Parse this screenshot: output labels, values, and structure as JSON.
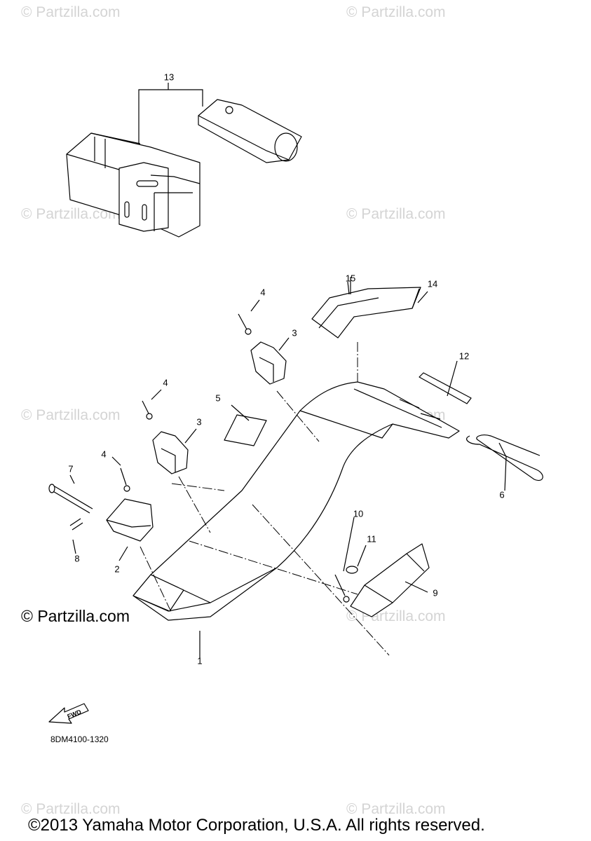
{
  "watermark": "© Partzilla.com",
  "brand_mark": "© Partzilla.com",
  "part_number": "8DM4100-1320",
  "fwd_label": "FWD",
  "copyright": "©2013 Yamaha Motor Corporation, U.S.A. All rights reserved.",
  "callouts": [
    "1",
    "2",
    "3",
    "3",
    "4",
    "4",
    "4",
    "5",
    "6",
    "7",
    "8",
    "9",
    "10",
    "11",
    "12",
    "13",
    "14",
    "15"
  ]
}
